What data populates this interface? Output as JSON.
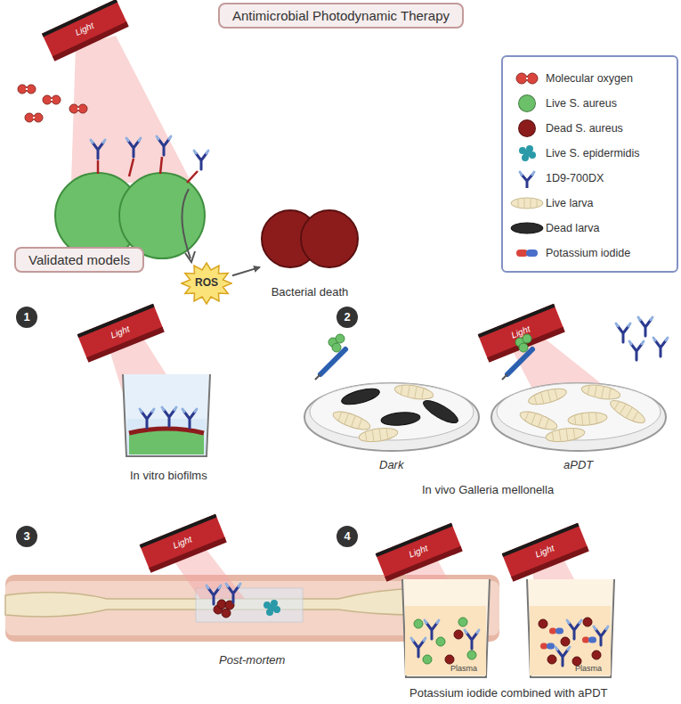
{
  "diagram": {
    "title": "Antimicrobial Photodynamic Therapy",
    "nodes": [
      {
        "text": [
          "ROS"
        ]
      },
      {
        "text": [
          "Bacterial death"
        ]
      },
      {
        "text": [
          "Validated models"
        ]
      },
      {
        "text": [
          "1"
        ]
      },
      {
        "text": [
          "2"
        ]
      },
      {
        "text": [
          "3"
        ]
      },
      {
        "text": [
          "4"
        ]
      }
    ],
    "edges": [
      {
        "from": 0,
        "to": 1,
        "arrow": "to"
      }
    ],
    "labels": [
      "Light",
      "Light",
      "In vitro biofilms",
      "Dark",
      "Light",
      "aPDT",
      "In vivo Galleria mellonella",
      "Light",
      "Post-mortem",
      "Light",
      "Plasma",
      "Light",
      "Plasma",
      "Potassium iodide combined with aPDT"
    ],
    "legend": [
      {
        "text": "Molecular oxygen"
      },
      {
        "text": "Live S. aureus",
        "color": "#6cc06a"
      },
      {
        "text": "Dead S. aureus",
        "color": "#8c1c1c"
      },
      {
        "text": "Live S. epidermidis"
      },
      {
        "text": "1D9-700DX"
      },
      {
        "text": "Live larva"
      },
      {
        "text": "Dead larva"
      },
      {
        "text": "Potassium iodide"
      }
    ]
  }
}
